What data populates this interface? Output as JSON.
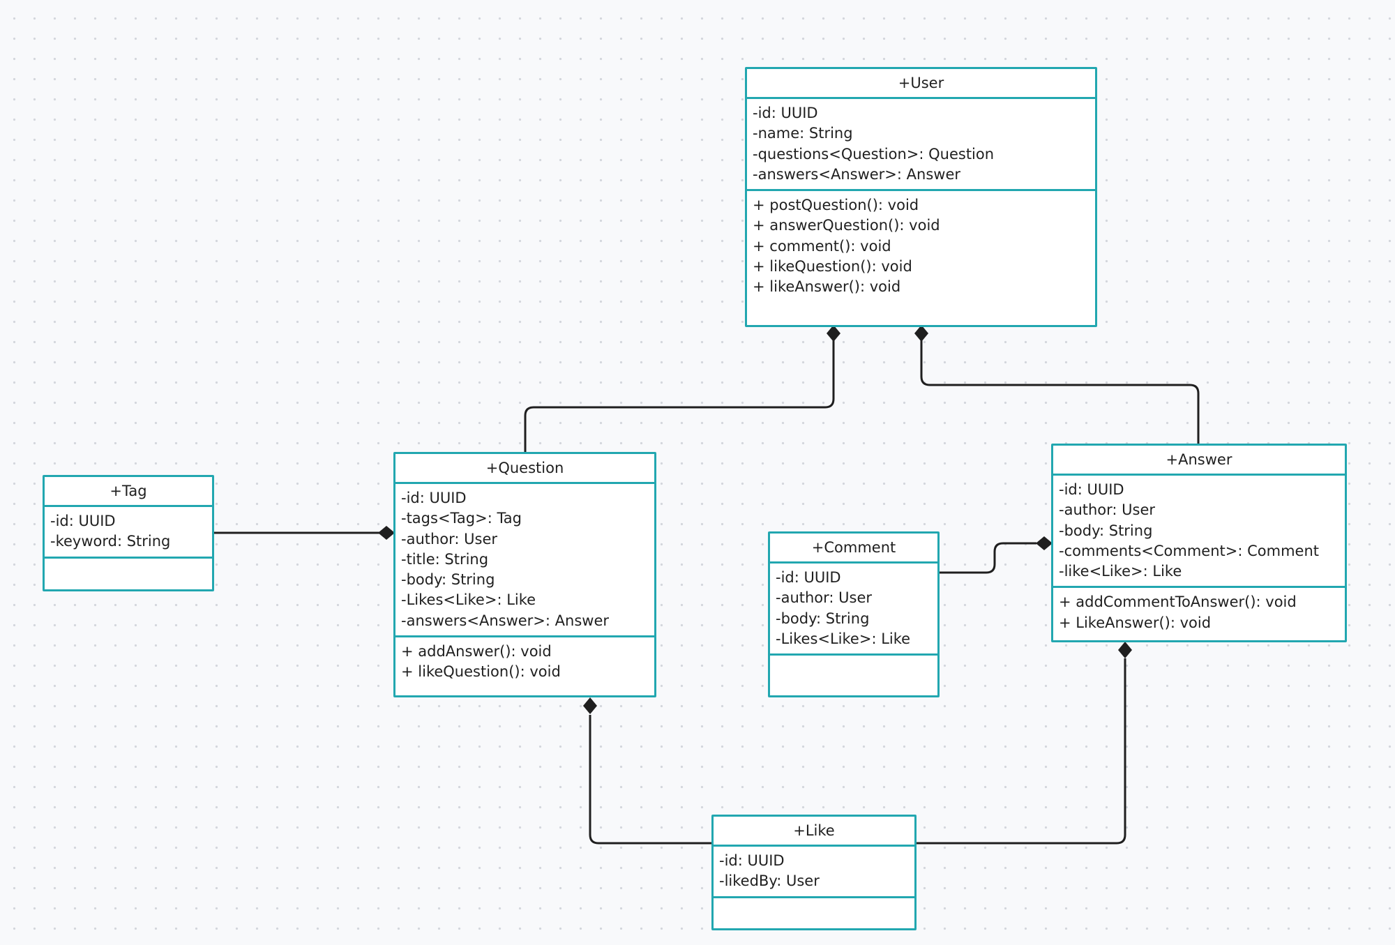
{
  "diagram": {
    "classes": {
      "user": {
        "name": "+User",
        "attributes": [
          "-id: UUID",
          "-name: String",
          "-questions<Question>: Question",
          "-answers<Answer>: Answer"
        ],
        "operations": [
          "+ postQuestion(): void",
          "+ answerQuestion(): void",
          "+ comment(): void",
          "+ likeQuestion(): void",
          "+ likeAnswer(): void"
        ]
      },
      "question": {
        "name": "+Question",
        "attributes": [
          "-id: UUID",
          "-tags<Tag>: Tag",
          "-author: User",
          "-title: String",
          "-body: String",
          "-Likes<Like>: Like",
          "-answers<Answer>: Answer"
        ],
        "operations": [
          "+ addAnswer(): void",
          "+ likeQuestion(): void"
        ]
      },
      "answer": {
        "name": "+Answer",
        "attributes": [
          "-id: UUID",
          "-author: User",
          "-body: String",
          "-comments<Comment>: Comment",
          "-like<Like>: Like"
        ],
        "operations": [
          "+ addCommentToAnswer(): void",
          "+ LikeAnswer(): void"
        ]
      },
      "tag": {
        "name": "+Tag",
        "attributes": [
          "-id: UUID",
          "-keyword: String"
        ],
        "operations": []
      },
      "comment": {
        "name": "+Comment",
        "attributes": [
          "-id: UUID",
          "-author: User",
          "-body: String",
          "-Likes<Like>: Like"
        ],
        "operations": []
      },
      "like": {
        "name": "+Like",
        "attributes": [
          "-id: UUID",
          "-likedBy: User"
        ],
        "operations": []
      }
    },
    "relationships": [
      {
        "from": "user",
        "to": "question",
        "type": "composition",
        "diamond_at": "user"
      },
      {
        "from": "user",
        "to": "answer",
        "type": "composition",
        "diamond_at": "user"
      },
      {
        "from": "tag",
        "to": "question",
        "type": "composition",
        "diamond_at": "question"
      },
      {
        "from": "comment",
        "to": "answer",
        "type": "composition",
        "diamond_at": "answer"
      },
      {
        "from": "like",
        "to": "question",
        "type": "composition",
        "diamond_at": "question"
      },
      {
        "from": "like",
        "to": "answer",
        "type": "composition",
        "diamond_at": "answer"
      }
    ],
    "colors": {
      "class_border": "#22a7b0",
      "connector": "#1f1f1f",
      "background": "#f8f9fb",
      "grid_dot": "#d3d6dc"
    }
  }
}
